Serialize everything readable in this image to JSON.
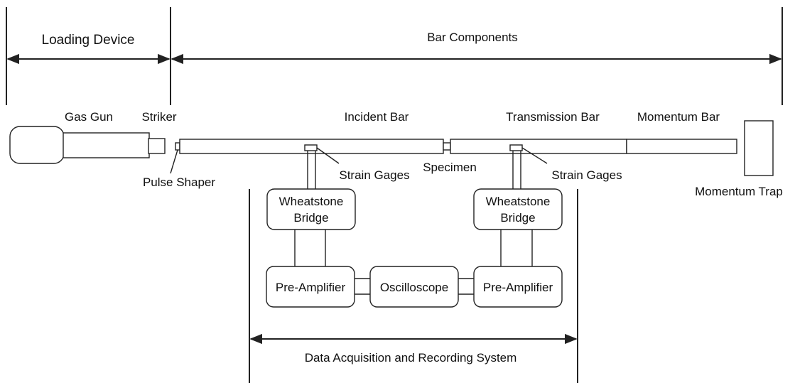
{
  "sections": {
    "loading_device": "Loading Device",
    "bar_components": "Bar Components",
    "data_acquisition": "Data Acquisition and Recording System"
  },
  "components": {
    "gas_gun": "Gas Gun",
    "striker": "Striker",
    "pulse_shaper": "Pulse Shaper",
    "incident_bar": "Incident Bar",
    "specimen": "Specimen",
    "transmission_bar": "Transmission Bar",
    "momentum_bar": "Momentum Bar",
    "momentum_trap": "Momentum Trap",
    "strain_gages_left": "Strain Gages",
    "strain_gages_right": "Strain Gages",
    "wheatstone_left_line1": "Wheatstone",
    "wheatstone_left_line2": "Bridge",
    "wheatstone_right_line1": "Wheatstone",
    "wheatstone_right_line2": "Bridge",
    "preamp_left": "Pre-Amplifier",
    "oscilloscope": "Oscilloscope",
    "preamp_right": "Pre-Amplifier"
  }
}
